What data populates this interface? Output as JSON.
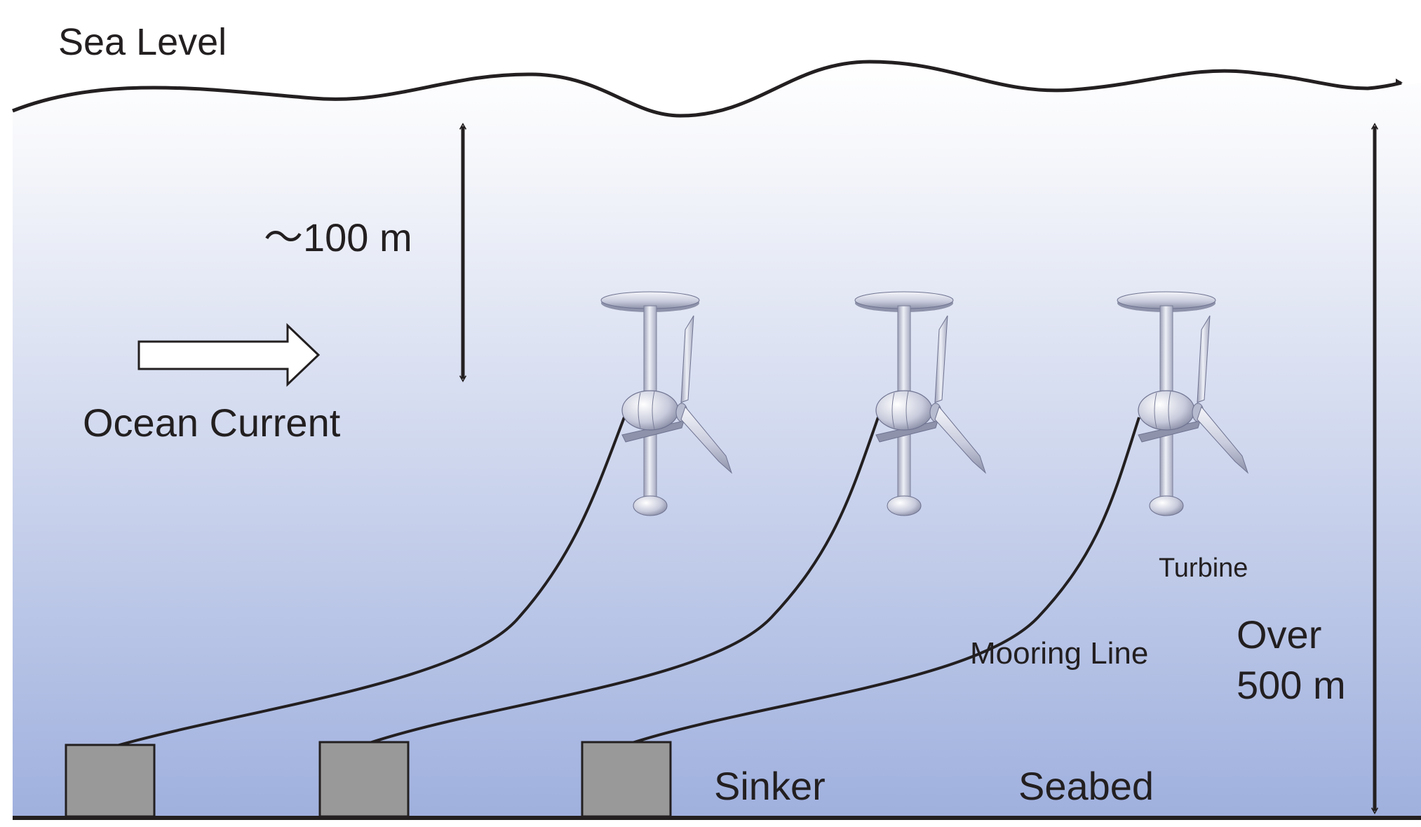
{
  "labels": {
    "sea_level": "Sea Level",
    "depth_top": "～100 m",
    "ocean_current": "Ocean Current",
    "turbine": "Turbine",
    "mooring_line": "Mooring Line",
    "depth_total_line1": "Over",
    "depth_total_line2": "500 m",
    "sinker": "Sinker",
    "seabed": "Seabed"
  },
  "colors": {
    "water_top": "#ffffff",
    "water_bottom": "#9fb0de",
    "line": "#231f20",
    "sinker_fill": "#999999",
    "turbine_light": "#f1f2f8",
    "turbine_mid": "#c6c9dc",
    "turbine_dark": "#8c90a8"
  },
  "turbine_count": 3
}
